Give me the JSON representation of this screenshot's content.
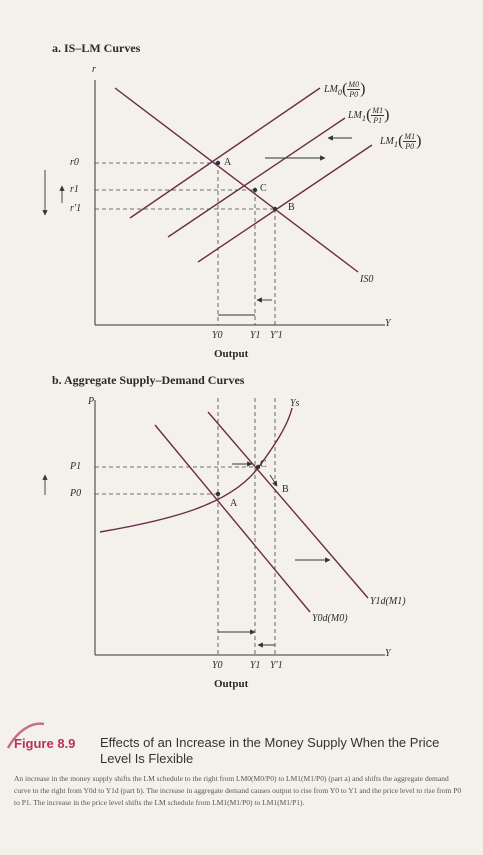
{
  "panel_a": {
    "title": "a. IS–LM Curves",
    "y_axis": "r",
    "x_axis": "Y",
    "axis_title": "Output",
    "curve_lm0_base": "LM",
    "curve_lm0_sub": "0",
    "curve_lm0_num": "M0",
    "curve_lm0_den": "P0",
    "curve_lm1a_base": "LM",
    "curve_lm1a_sub": "1",
    "curve_lm1a_num": "M1",
    "curve_lm1a_den": "P1",
    "curve_lm1b_base": "LM",
    "curve_lm1b_sub": "1",
    "curve_lm1b_num": "M1",
    "curve_lm1b_den": "P0",
    "curve_is": "IS0",
    "r0": "r0",
    "r1": "r1",
    "r1p": "r′1",
    "y0": "Y0",
    "y1": "Y1",
    "y1p": "Y′1",
    "point_a": "A",
    "point_b": "B",
    "point_c": "C"
  },
  "panel_b": {
    "title": "b. Aggregate Supply–Demand Curves",
    "y_axis": "P",
    "x_axis": "Y",
    "axis_title": "Output",
    "curve_ys": "Ys",
    "curve_yd1": "Y1d(M1)",
    "curve_yd0": "Y0d(M0)",
    "p1": "P1",
    "p0": "P0",
    "y0": "Y0",
    "y1": "Y1",
    "y1p": "Y′1",
    "point_a": "A",
    "point_b": "B",
    "point_c": "C"
  },
  "figure": {
    "number": "Figure 8.9",
    "title": "Effects of an Increase in the Money Supply When the Price Level Is Flexible",
    "caption": "An increase in the money supply shifts the LM schedule to the right from LM0(M0/P0) to LM1(M1/P0) (part a) and shifts the aggregate demand curve to the right from Y0d to Y1d (part b). The increase in aggregate demand causes output to rise from Y0 to Y1 and the price level to rise from P0 to P1. The increase in the price level shifts the LM schedule from LM1(M1/P0) to LM1(M1/P1)."
  },
  "colors": {
    "curve": "#6a2c4a",
    "axis": "#333333",
    "dash": "#444444",
    "accent": "#b8325a"
  }
}
